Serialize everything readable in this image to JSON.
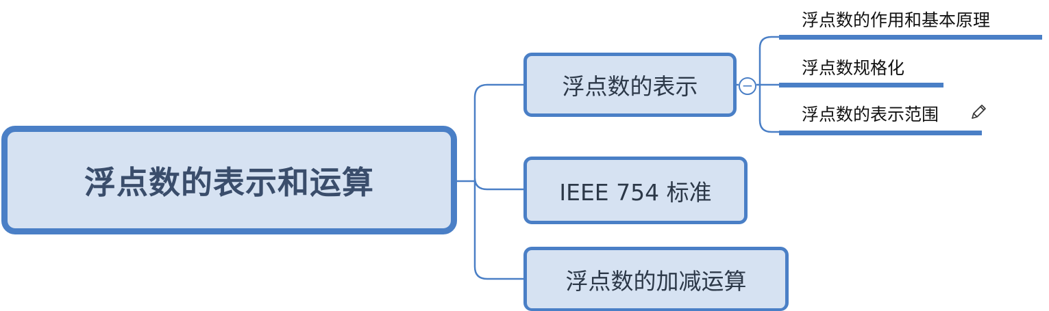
{
  "mindmap": {
    "root": {
      "label": "浮点数的表示和运算"
    },
    "children": [
      {
        "label": "浮点数的表示",
        "collapse_symbol": "−",
        "subtopics": [
          {
            "label": "浮点数的作用和基本原理"
          },
          {
            "label": "浮点数规格化"
          },
          {
            "label": "浮点数的表示范围"
          }
        ]
      },
      {
        "label": "IEEE 754 标准"
      },
      {
        "label": "浮点数的加减运算"
      }
    ]
  },
  "colors": {
    "accent": "#4a7fc6",
    "node_fill": "#d6e2f2",
    "root_text": "#3a4d6b",
    "node_text": "#2c3848"
  },
  "icons": {
    "edit": "pencil-icon",
    "collapse": "collapse-toggle"
  }
}
